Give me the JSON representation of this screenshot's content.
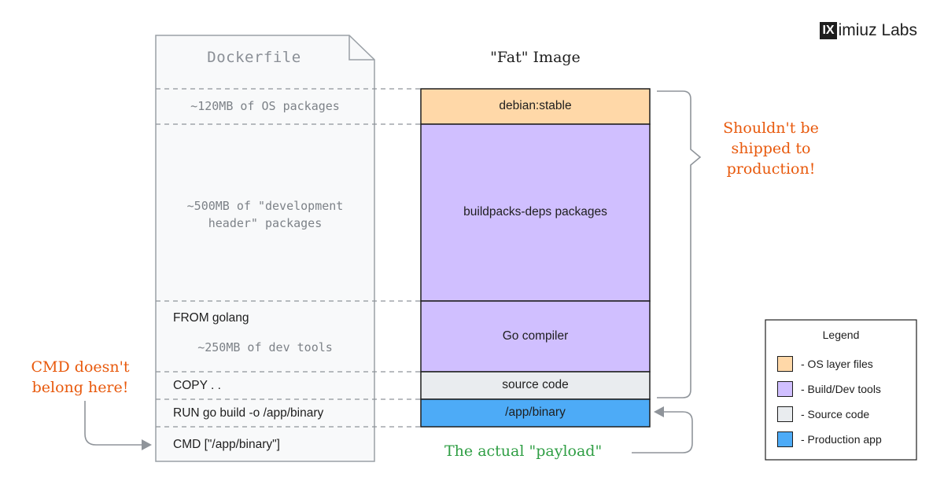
{
  "brand": {
    "mark": "IX",
    "text": "imiuz Labs"
  },
  "dockerfile": {
    "title": "Dockerfile",
    "sections": [
      {
        "note": "~120MB of OS packages"
      },
      {
        "note": "~500MB of \"development header\" packages"
      },
      {
        "instruction": "FROM golang",
        "note": "~250MB of dev tools"
      },
      {
        "instruction": "COPY . ."
      },
      {
        "instruction": "RUN go build -o /app/binary"
      },
      {
        "instruction": "CMD [\"/app/binary\"]"
      }
    ]
  },
  "image": {
    "title": "\"Fat\" Image",
    "layers": [
      {
        "label": "debian:stable",
        "color": "#ffd8a8"
      },
      {
        "label": "buildpacks-deps packages",
        "color": "#d0bfff"
      },
      {
        "label": "Go compiler",
        "color": "#d0bfff"
      },
      {
        "label": "source code",
        "color": "#e9ecef"
      },
      {
        "label": "/app/binary",
        "color": "#4dabf7"
      }
    ]
  },
  "annotations": {
    "not_production": "Shouldn't be shipped to production!",
    "cmd_note": "CMD doesn't belong here!",
    "payload": "The actual \"payload\""
  },
  "legend": {
    "title": "Legend",
    "items": [
      {
        "label": "- OS layer files",
        "color": "#ffd8a8"
      },
      {
        "label": "- Build/Dev tools",
        "color": "#d0bfff"
      },
      {
        "label": "- Source code",
        "color": "#e9ecef"
      },
      {
        "label": "- Production app",
        "color": "#4dabf7"
      }
    ]
  }
}
